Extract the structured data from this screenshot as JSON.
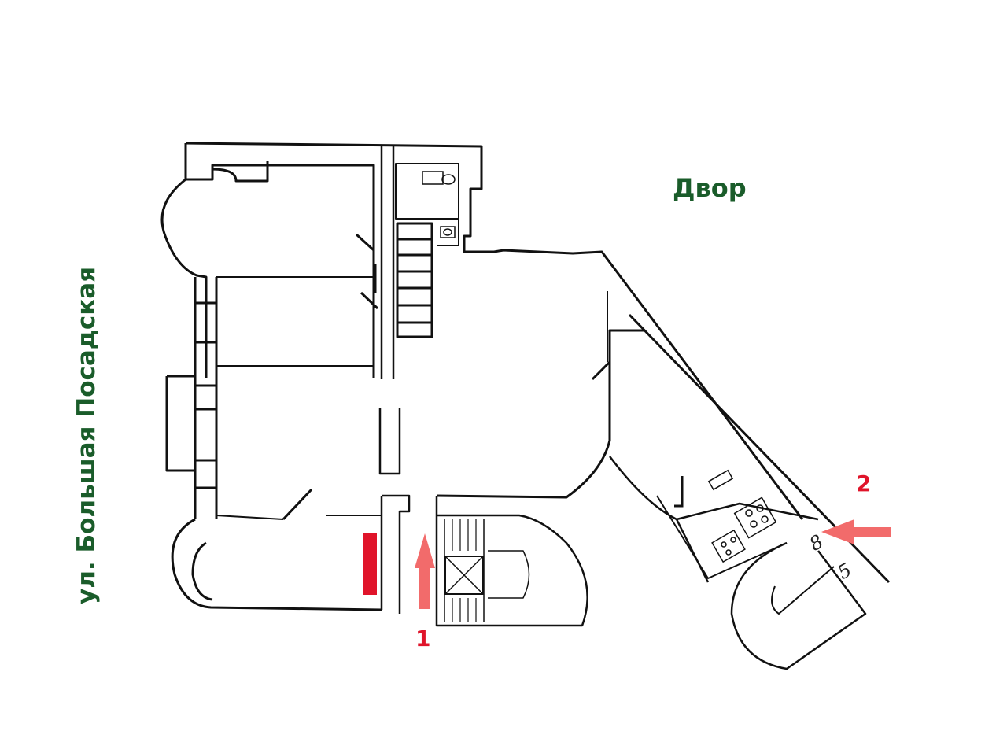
{
  "labels": {
    "street": "ул. Большая Посадская",
    "yard": "Двор",
    "entrance_1": "1",
    "entrance_2": "2"
  },
  "handwritten": {
    "stair_a": "8",
    "stair_b": "5"
  },
  "colors": {
    "street_text": "#1a5c2a",
    "marker": "#e0142a",
    "wall": "#111111"
  },
  "icons": [
    "up-arrow-icon",
    "left-arrow-icon",
    "toilet-icon",
    "stove-icon",
    "sink-icon"
  ]
}
